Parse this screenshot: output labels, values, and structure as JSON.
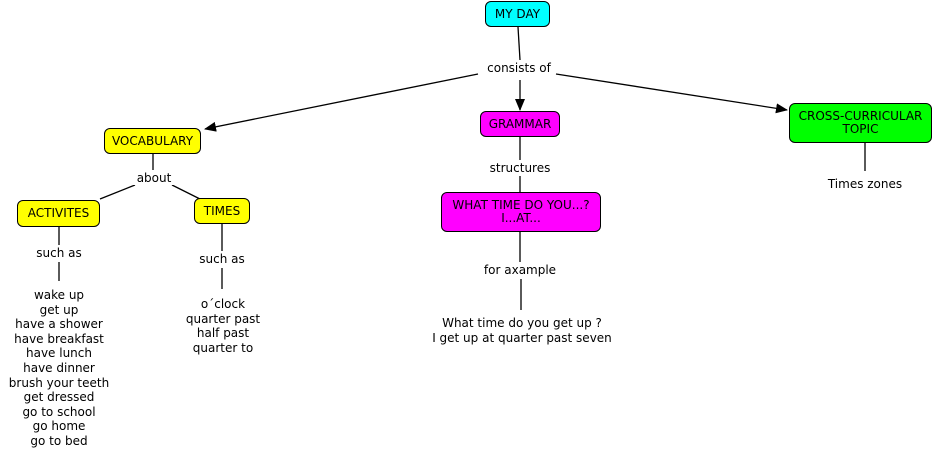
{
  "colors": {
    "root": "#00ffff",
    "vocabulary": "#ffff00",
    "grammar": "#ff00ff",
    "cross": "#00ff00",
    "line": "#000000"
  },
  "nodes": {
    "root": "MY DAY",
    "vocabulary": "VOCABULARY",
    "grammar": "GRAMMAR",
    "cross": "CROSS-CURRICULAR TOPIC",
    "activites": "ACTIVITES",
    "times": "TIMES",
    "structure": "WHAT TIME DO YOU...? I...AT..."
  },
  "links": {
    "consists_of": "consists of",
    "about": "about",
    "structures": "structures",
    "such_as_1": "such as",
    "such_as_2": "such as",
    "for_example": "for axample"
  },
  "leaves": {
    "activities": [
      "wake up",
      "get up",
      "have a shower",
      "have breakfast",
      "have lunch",
      "have dinner",
      "brush your teeth",
      "get dressed",
      "go to school",
      "go home",
      "go to bed"
    ],
    "times": [
      "o´clock",
      "quarter past",
      "half past",
      "quarter to"
    ],
    "example": [
      "What time do you get up ?",
      "I get up at quarter past seven"
    ],
    "cross": "Times zones"
  }
}
